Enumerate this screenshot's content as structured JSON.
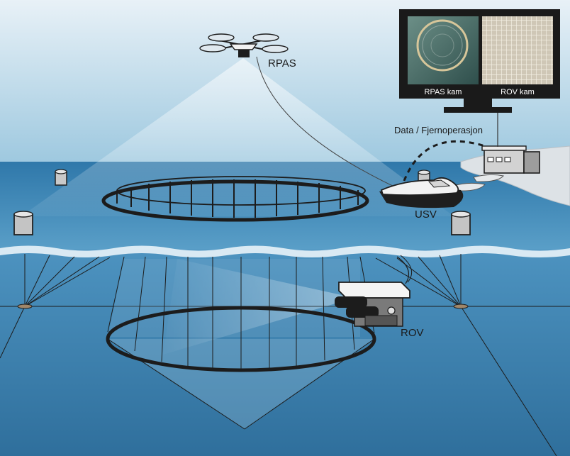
{
  "labels": {
    "rpas": "RPAS",
    "usv": "USV",
    "rov": "ROV",
    "data_link": "Data / Fjernoperasjon",
    "rpas_cam": "RPAS kam",
    "rov_cam": "ROV kam"
  },
  "colors": {
    "sky_top": "#e6f0f6",
    "sky_bottom": "#9cc7de",
    "sea_surface": "#3f8bbb",
    "sea_deep": "#3a7fae",
    "land": "#dfe3e6",
    "structure": "#222222"
  }
}
